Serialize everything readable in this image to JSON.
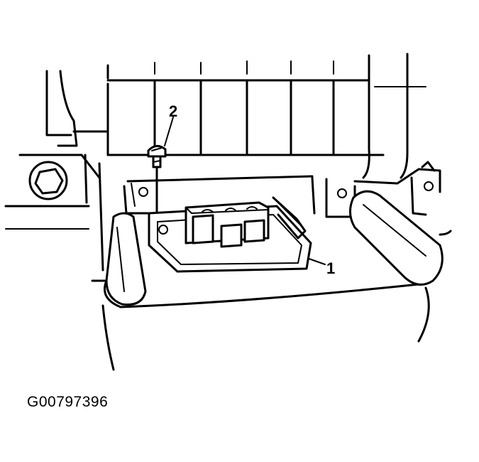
{
  "callouts": {
    "one": "1",
    "two": "2"
  },
  "figure_id": "G00797396"
}
